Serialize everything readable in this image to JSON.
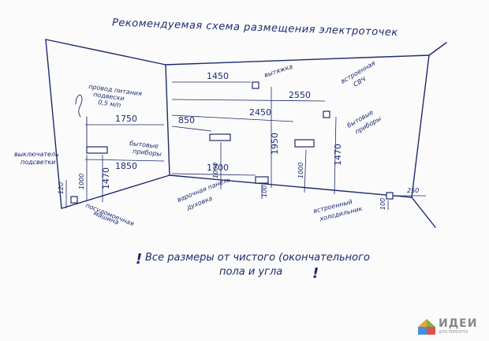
{
  "title": "Рекомендуемая схема размещения электроточек",
  "labels": {
    "wall_power_1": "провод питания",
    "wall_power_2": "подвески",
    "wall_power_3": "0,5 м/п",
    "switch_1": "выключатель",
    "switch_2": "подсветки",
    "appliances_left_1": "бытовые",
    "appliances_left_2": "приборы",
    "appliances_right_1": "бытовые",
    "appliances_right_2": "приборы",
    "hood": "вытяжка",
    "microwave_1": "встроенная",
    "microwave_2": "СВЧ",
    "dishwasher_1": "посудомоечная",
    "dishwasher_2": "машина",
    "cooktop_1": "варочная панель",
    "cooktop_2": "духовка",
    "fridge_1": "встроенный",
    "fridge_2": "холодильник"
  },
  "dimensions": {
    "d1450": "1450",
    "d2550": "2550",
    "d2450": "2450",
    "d1750": "1750",
    "d850": "850",
    "d1850": "1850",
    "d1700": "1700",
    "d1950": "1950",
    "d1470_left": "1470",
    "d1470_right": "1470",
    "d1000_left": "1000",
    "d1000_mid": "1000",
    "d1000_right": "1000",
    "d120_left": "120",
    "d100_mid": "100",
    "d100_right": "100",
    "d250": "250"
  },
  "note_line1": "Все размеры от чистого (окончательного",
  "note_line2": "пола и угла",
  "note_mark": "!",
  "logo": {
    "brand": "ИДЕИ",
    "sub": "ДЛЯ РЕМОНТА",
    "colors": [
      "#e8a33d",
      "#7cb342",
      "#4a90d9",
      "#d9534f"
    ]
  }
}
